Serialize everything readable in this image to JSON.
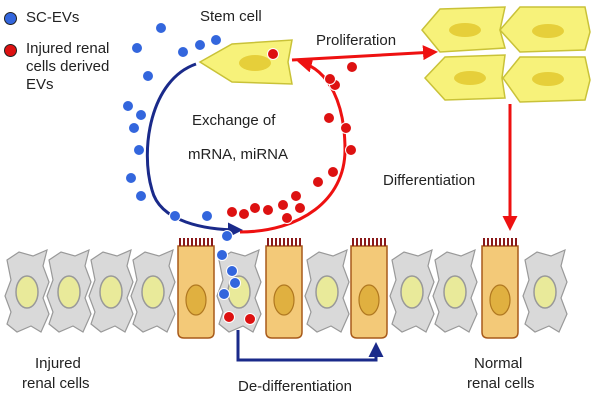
{
  "legend": {
    "blue_label": "SC-EVs",
    "red_label_lines": [
      "Injured renal",
      "cells derived",
      "EVs"
    ]
  },
  "labels": {
    "stem_cell": "Stem cell",
    "proliferation": "Proliferation",
    "exchange_line1": "Exchange of",
    "exchange_line2": "mRNA, miRNA",
    "differentiation": "Differentiation",
    "injured_line1": "Injured",
    "injured_line2": "renal cells",
    "normal_line1": "Normal",
    "normal_line2": "renal cells",
    "de_differentiation": "De-differentiation"
  },
  "colors": {
    "blue_ev": "#3366dd",
    "red_ev": "#dd1111",
    "navy_arrow": "#1a2a8a",
    "red_arrow": "#ee1111",
    "stem_yellow": "#f7f27a",
    "nucleus_yellow": "#e6cf3a",
    "normal_cell": "#f3c978",
    "normal_cell_border": "#a85a1a",
    "brush_border": "#8a1a1a",
    "injured_cell": "#d9d9d9",
    "injured_nucleus": "#e9ea9a"
  }
}
